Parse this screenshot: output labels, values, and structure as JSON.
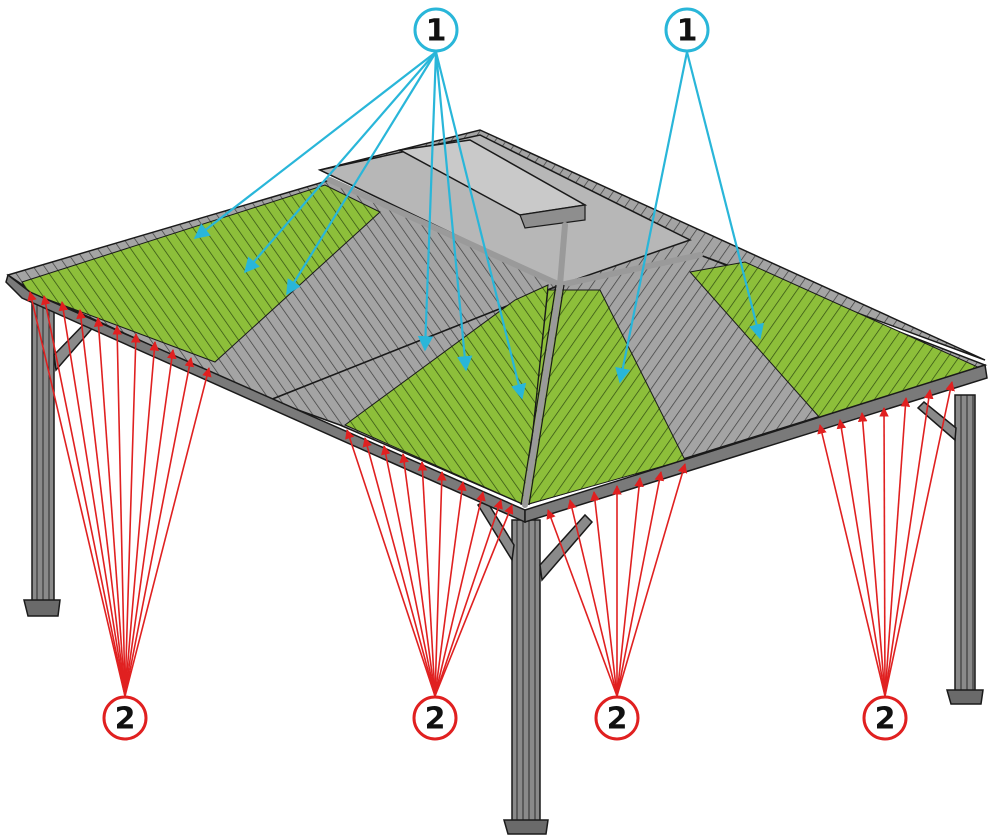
{
  "diagram": {
    "callouts": [
      {
        "id": "c1a",
        "label": "1",
        "group": "roof-fasteners"
      },
      {
        "id": "c1b",
        "label": "1",
        "group": "roof-fasteners"
      },
      {
        "id": "c2a",
        "label": "2",
        "group": "eave-fasteners"
      },
      {
        "id": "c2b",
        "label": "2",
        "group": "eave-fasteners"
      },
      {
        "id": "c2c",
        "label": "2",
        "group": "eave-fasteners"
      },
      {
        "id": "c2d",
        "label": "2",
        "group": "eave-fasteners"
      }
    ],
    "colors": {
      "callout_1": "#29b6d9",
      "callout_2": "#e02020",
      "panel_green": "#8dbf3a",
      "panel_gray": "#9e9e9e",
      "frame": "#5a5a5a",
      "outline": "#1a1a1a"
    }
  }
}
